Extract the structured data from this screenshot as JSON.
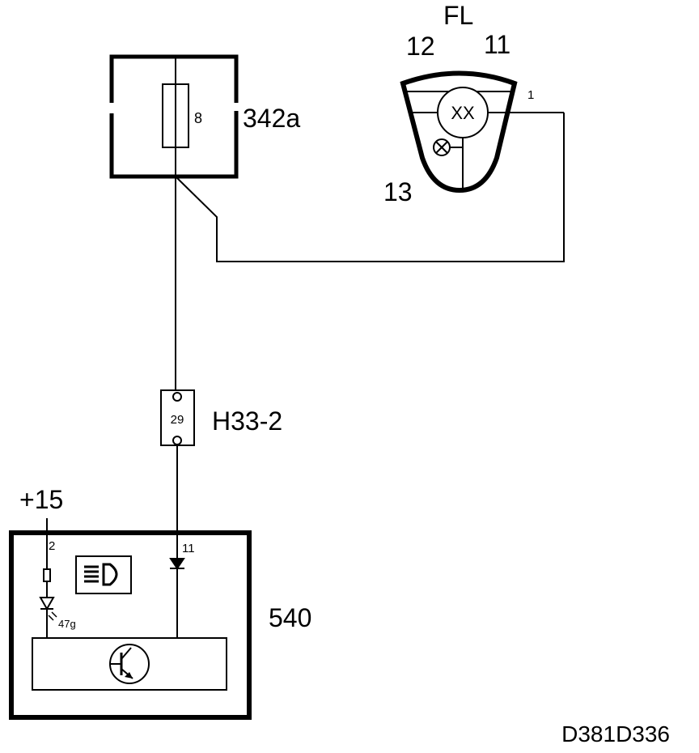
{
  "fuse_box": {
    "label": "342a",
    "fuse_number": "8"
  },
  "lamp_unit": {
    "title": "FL",
    "pin_left": "12",
    "pin_right": "11",
    "pin_bottom": "13",
    "pin_out": "1",
    "bulb_text": "XX"
  },
  "connector": {
    "label": "H33-2",
    "pin": "29"
  },
  "control_unit": {
    "label": "540",
    "supply": "+15",
    "pin_left": "2",
    "pin_right": "11",
    "led_label": "47g"
  },
  "diagram_id": "D381D336"
}
